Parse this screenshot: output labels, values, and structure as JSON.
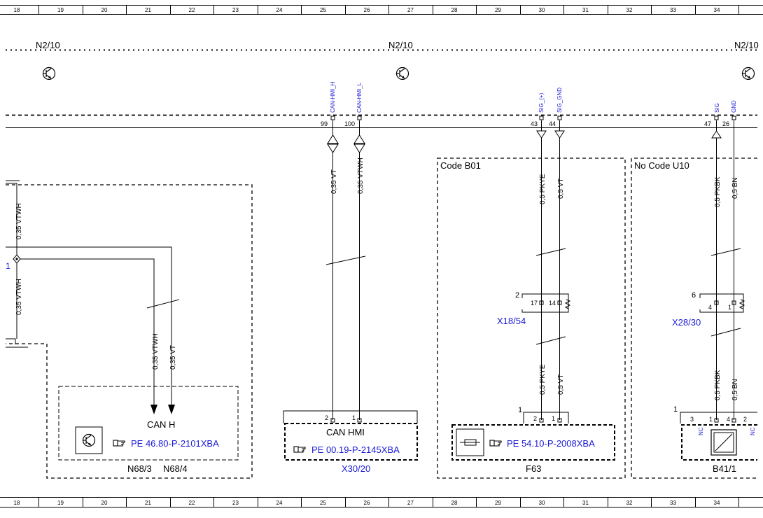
{
  "ruler": {
    "columns": [
      "18",
      "19",
      "20",
      "21",
      "22",
      "23",
      "24",
      "25",
      "26",
      "27",
      "28",
      "29",
      "30",
      "31",
      "32",
      "33",
      "34"
    ]
  },
  "units": [
    {
      "label": "N2/10"
    },
    {
      "label": "N2/10"
    },
    {
      "label": "N2/10"
    }
  ],
  "pins": {
    "can_hmi_h": {
      "signal": "CAN-HMI_H",
      "number": "99"
    },
    "can_hmi_l": {
      "signal": "CAN-HMI_L",
      "number": "100"
    },
    "sig_plus": {
      "signal": "SIG_(+)",
      "number": "43"
    },
    "sig_gnd": {
      "signal": "SIG_GND",
      "number": "44"
    },
    "sig": {
      "signal": "SIG",
      "number": "47"
    },
    "gnd": {
      "signal": "GND",
      "number": "26"
    }
  },
  "wires": {
    "vtwh_left_top": "0,35 VTWH",
    "vtwh_left_bottom": "0,35 VTWH",
    "vtwh_n68": "0,35 VTWH",
    "vt_n68": "0,35 VT",
    "vt_x30": "0,35 VT",
    "vtwh_x30": "0,35 VTWH",
    "pkye_top": "0,5 PKYE",
    "vt_top": "0,5 VT",
    "pkye_bottom": "0,5 PKYE",
    "vt_bottom": "0,5 VT",
    "pkbk_top": "0,5 PKBK",
    "bn_top": "0,5 BN",
    "pkbk_bottom": "0,5 PKBK",
    "bn_bottom": "0,5 BN"
  },
  "left_partial_label": "1",
  "boxes": {
    "code_b01": "Code B01",
    "no_code_u10": "No  Code U10"
  },
  "n68": {
    "signal": "CAN H",
    "ref": "PE 46.80-P-2101XBA",
    "label_a": "N68/3",
    "label_b": "N68/4"
  },
  "x30": {
    "pin_2": "2",
    "pin_1": "1",
    "signal": "CAN HMI",
    "ref": "PE 00.19-P-2145XBA",
    "label": "X30/20"
  },
  "x18": {
    "group": "2",
    "pin_a": "17",
    "pin_b": "14",
    "label": "X18/54"
  },
  "x28": {
    "group": "6",
    "pin_a": "4",
    "pin_b": "1",
    "label": "X28/30"
  },
  "f63": {
    "group": "1",
    "pin_2": "2",
    "pin_1": "1",
    "ref": "PE 54.10-P-2008XBA",
    "label": "F63"
  },
  "b41": {
    "group": "1",
    "pin_3": "3",
    "pin_1": "1",
    "pin_4": "4",
    "pin_2": "2",
    "nc_a": "NC",
    "nc_b": "NC",
    "label": "B41/1"
  },
  "colors": {
    "line": "#000000",
    "link": "#1a1ad8",
    "background": "#ffffff"
  },
  "icons": [
    "transistor-icon",
    "hand-pointer-icon",
    "fuse-icon",
    "sensor-icon"
  ]
}
